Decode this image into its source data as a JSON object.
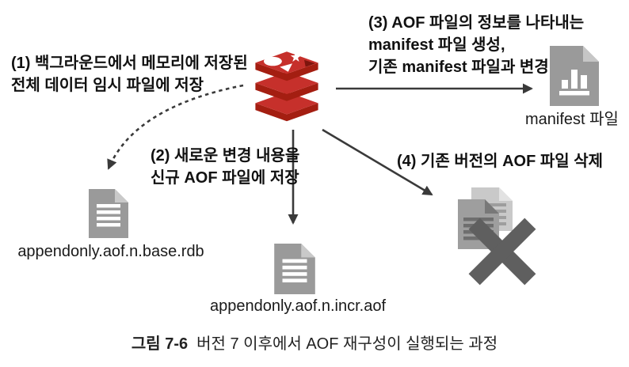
{
  "diagram": {
    "title_hint": "Redis 7 AOF rewrite process",
    "annotations": {
      "step1": {
        "lines": [
          "(1) 백그라운드에서 메모리에 저장된",
          "전체 데이터 임시 파일에 저장"
        ]
      },
      "step2": {
        "lines": [
          "(2) 새로운 변경 내용을",
          "신규 AOF 파일에 저장"
        ]
      },
      "step3": {
        "lines": [
          "(3) AOF 파일의 정보를 나타내는",
          "manifest 파일 생성,",
          "기존 manifest 파일과 변경"
        ]
      },
      "step4": {
        "lines": [
          "(4) 기존 버전의 AOF 파일 삭제"
        ]
      }
    },
    "files": {
      "base": {
        "label": "appendonly.aof.n.base.rdb",
        "icon": "document-icon"
      },
      "incr": {
        "label": "appendonly.aof.n.incr.aof",
        "icon": "document-icon"
      },
      "manifest": {
        "label": "manifest 파일",
        "icon": "bar-chart-document-icon"
      },
      "deleted": {
        "icon": "deleted-files-x-icon"
      }
    },
    "redis": {
      "icon": "redis-logo"
    },
    "caption": {
      "number": "그림 7-6",
      "text": "버전 7 이후에서 AOF 재구성이 실행되는 과정"
    },
    "colors": {
      "background": "#FFFFFF",
      "text": "#111111",
      "arrow": "#3A3A3A",
      "redis_red": "#C6302B",
      "redis_dark_red": "#A41E11",
      "redis_hole_red": "#7E150D",
      "doc_gray": "#9A9A9A",
      "doc_fold_gray": "#C6C6C6",
      "doc_light_gray": "#C9C9C9",
      "doc_line_dark": "#6E6E6E",
      "delete_x_gray": "#5F5F5F"
    }
  }
}
